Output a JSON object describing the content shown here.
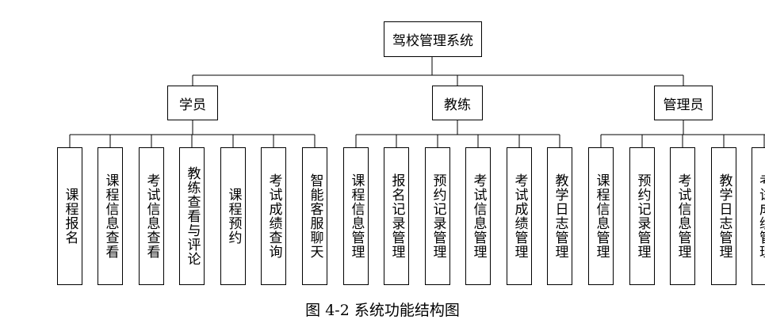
{
  "diagram": {
    "root": "驾校管理系统",
    "groups": [
      {
        "label": "学员",
        "children": [
          "课程报名",
          "课程信息查看",
          "考试信息查看",
          "教练查看与评论",
          "课程预约",
          "考试成绩查询",
          "智能客服聊天"
        ]
      },
      {
        "label": "教练",
        "children": [
          "课程信息管理",
          "报名记录管理",
          "预约记录管理",
          "考试信息管理",
          "考试成绩管理",
          "教学日志管理"
        ]
      },
      {
        "label": "管理员",
        "children": [
          "课程信息管理",
          "预约记录管理",
          "考试信息管理",
          "教学日志管理",
          "考试成绩管理"
        ]
      }
    ]
  },
  "caption": "图 4-2  系统功能结构图"
}
